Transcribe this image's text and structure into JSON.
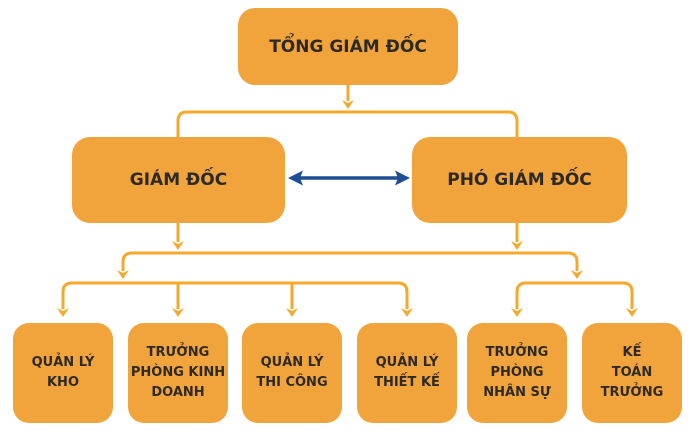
{
  "diagram": {
    "type": "org-chart",
    "language": "vi",
    "colors": {
      "node_fill": "#F2A43C",
      "node_text": "#2D2A26",
      "connector": "#F6A82B",
      "bidirectional_arrow": "#1F4E96",
      "background": "#FFFFFF"
    },
    "nodes": {
      "ceo": {
        "label": "TỔNG GIÁM ĐỐC",
        "level": 1
      },
      "director": {
        "label": "GIÁM ĐỐC",
        "level": 2
      },
      "deputy": {
        "label": "PHÓ GIÁM ĐỐC",
        "level": 2
      },
      "warehouse": {
        "label": "QUẢN LÝ\nKHO",
        "level": 3
      },
      "sales": {
        "label": "TRƯỞNG\nPHÒNG KINH\nDOANH",
        "level": 3
      },
      "construction": {
        "label": "QUẢN LÝ\nTHI CÔNG",
        "level": 3
      },
      "design": {
        "label": "QUẢN LÝ\nTHIẾT KẾ",
        "level": 3
      },
      "hr": {
        "label": "TRƯỞNG\nPHÒNG\nNHÂN SỰ",
        "level": 3
      },
      "accounting": {
        "label": "KẾ\nTOÁN\nTRƯỞNG",
        "level": 3
      }
    },
    "edges": [
      {
        "from": "ceo",
        "to": "director",
        "style": "down-arrow"
      },
      {
        "from": "ceo",
        "to": "deputy",
        "style": "down-arrow"
      },
      {
        "from": "director",
        "to": "deputy",
        "style": "double-headed-horizontal"
      },
      {
        "from": [
          "director",
          "deputy"
        ],
        "to": [
          "warehouse",
          "sales",
          "construction",
          "design"
        ],
        "style": "down-arrow"
      },
      {
        "from": [
          "director",
          "deputy"
        ],
        "to": [
          "hr",
          "accounting"
        ],
        "style": "down-arrow"
      }
    ]
  }
}
